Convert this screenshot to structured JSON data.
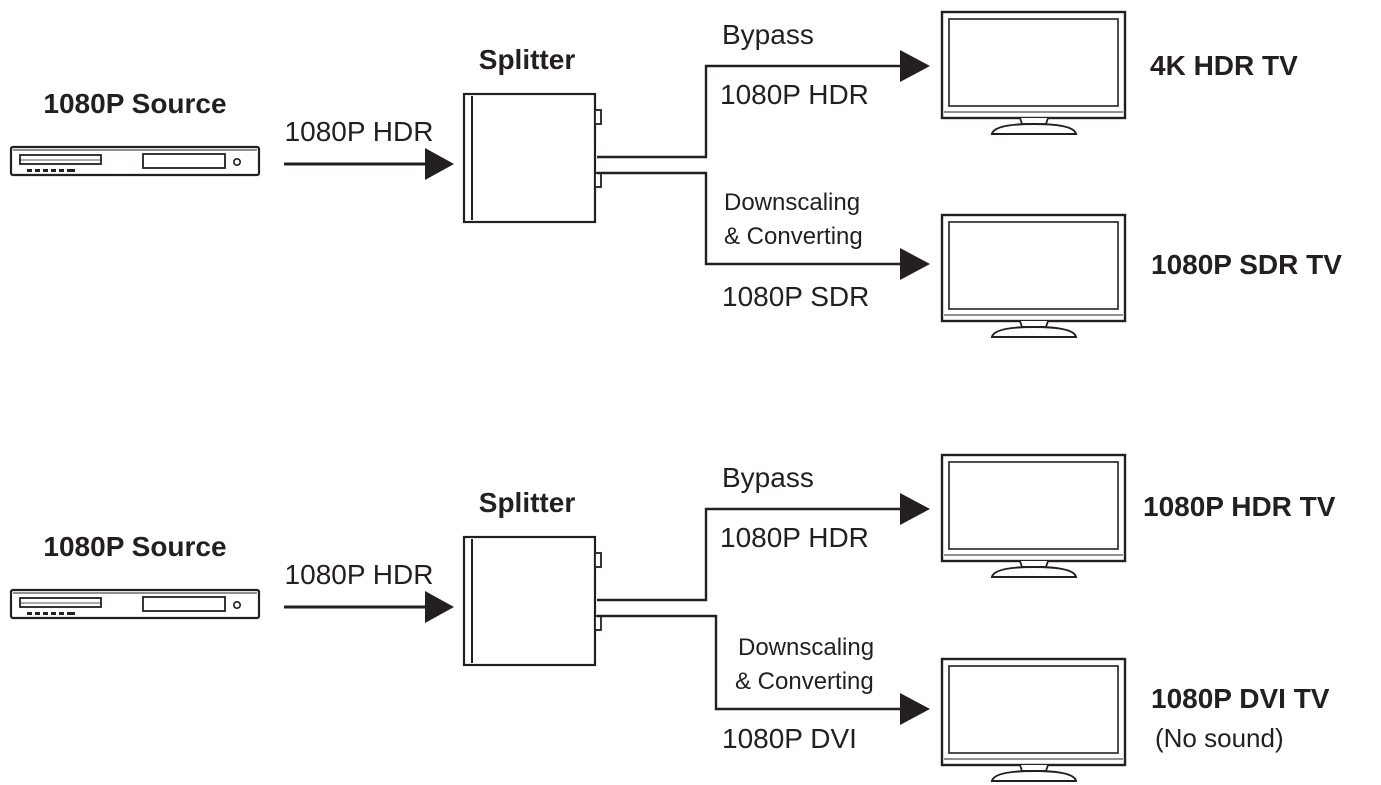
{
  "diagrams": [
    {
      "source_label": "1080P Source",
      "input_signal": "1080P HDR",
      "splitter_label": "Splitter",
      "top_path": {
        "mode": "Bypass",
        "signal": "1080P HDR"
      },
      "bottom_path": {
        "mode_line1": "Downscaling",
        "mode_line2": "& Converting",
        "signal": "1080P SDR"
      },
      "top_tv": {
        "label": "4K HDR TV"
      },
      "bottom_tv": {
        "label": "1080P SDR TV",
        "note": ""
      }
    },
    {
      "source_label": "1080P Source",
      "input_signal": "1080P HDR",
      "splitter_label": "Splitter",
      "top_path": {
        "mode": "Bypass",
        "signal": "1080P HDR"
      },
      "bottom_path": {
        "mode_line1": "Downscaling",
        "mode_line2": "& Converting",
        "signal": "1080P DVI"
      },
      "top_tv": {
        "label": "1080P HDR TV"
      },
      "bottom_tv": {
        "label": "1080P DVI TV",
        "note": "(No sound)"
      }
    }
  ],
  "colors": {
    "ink": "#231f20",
    "background": "#ffffff"
  }
}
